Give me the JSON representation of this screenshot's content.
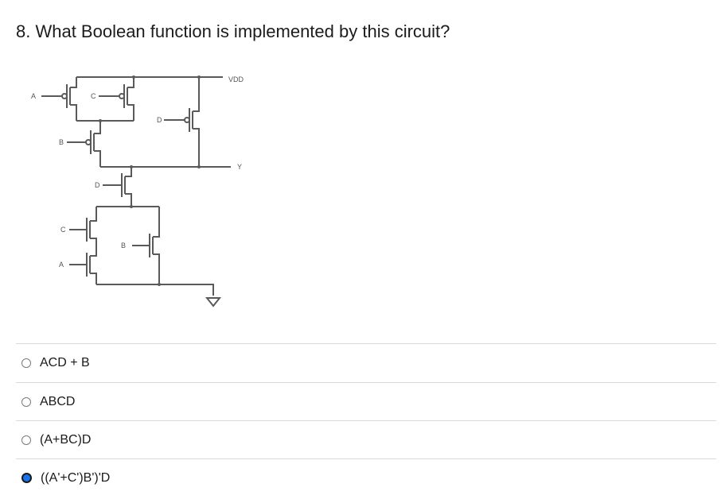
{
  "question": {
    "number": "8.",
    "text": "8. What Boolean function is implemented by this circuit?"
  },
  "circuit": {
    "labels": {
      "vdd": "VDD",
      "output": "Y",
      "pmos_inputs": [
        "A",
        "C",
        "B",
        "D"
      ],
      "nmos_inputs": [
        "D",
        "C",
        "A",
        "B"
      ]
    },
    "colors": {
      "wire": "#555555"
    }
  },
  "options": [
    {
      "label": "ACD + B",
      "selected": false
    },
    {
      "label": "ABCD",
      "selected": false
    },
    {
      "label": "(A+BC)D",
      "selected": false
    },
    {
      "label": "((A'+C')B')'D",
      "selected": true
    }
  ],
  "colors": {
    "accent": "#1a73e8",
    "divider": "#d9d9d9"
  }
}
